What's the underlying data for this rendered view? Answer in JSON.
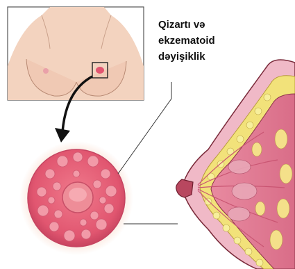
{
  "label": {
    "lines": [
      "Qizartı və",
      "ekzematoid",
      "dəyişiklik"
    ]
  },
  "colors": {
    "skin": "#f3d3bf",
    "lesion": "#e5566f",
    "tissue": "#ea9bb0",
    "fat": "#f2e27a",
    "outline": "#7a2a3a"
  }
}
